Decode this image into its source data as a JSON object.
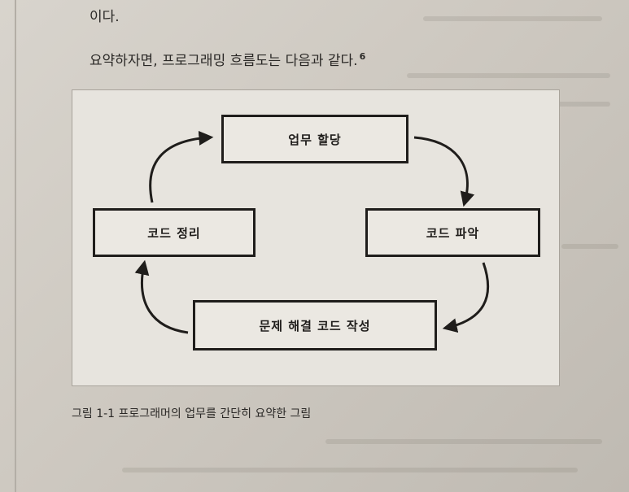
{
  "page": {
    "top_text": "이다.",
    "summary_text": "요약하자면, 프로그래밍 흐름도는 다음과 같다.",
    "footnote_marker": "6",
    "caption": "그림 1-1 프로그래머의 업무를 간단히 요약한 그림"
  },
  "flow": {
    "nodes": {
      "assign": "업무 할당",
      "understand": "코드 파악",
      "write": "문제 해결 코드 작성",
      "cleanup": "코드 정리"
    }
  },
  "colors": {
    "ink": "#1f1d1b",
    "paper": "#e7e4de"
  }
}
